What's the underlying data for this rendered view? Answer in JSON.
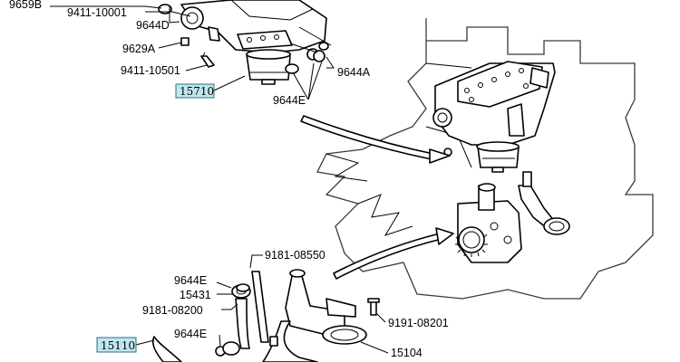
{
  "diagram": {
    "callouts": {
      "c_9659b": "9659B",
      "c_9411_10001": "9411-10001",
      "c_9644d": "9644D",
      "c_9629a": "9629A",
      "c_9411_10501": "9411-10501",
      "c_9644a": "9644A",
      "c_9644e_top": "9644E",
      "c_9181_08550": "9181-08550",
      "c_9644e_mid": "9644E",
      "c_15431": "15431",
      "c_9181_08200": "9181-08200",
      "c_9644e_low": "9644E",
      "c_9191_08201": "9191-08201",
      "c_15104": "15104"
    },
    "highlighted_parts": {
      "filter_assembly": "15710",
      "strainer_assembly": "15110"
    },
    "colors": {
      "highlight_fill": "#bfe7ef",
      "highlight_border": "#2f6f86",
      "line": "#000000"
    }
  }
}
